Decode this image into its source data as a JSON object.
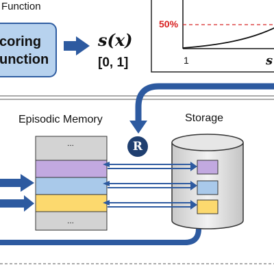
{
  "scoring": {
    "header": "Function",
    "box_line1": "coring",
    "box_line2": "unction",
    "output_symbol": "s(x)",
    "output_range": "[0, 1]"
  },
  "plot": {
    "threshold_label": "50%",
    "x_tick_start": "1",
    "x_label_fragment": "s"
  },
  "memory": {
    "title": "Episodic Memory",
    "ellipsis_top": "...",
    "ellipsis_bottom": "...",
    "slot_colors": [
      "#c2a9e0",
      "#a9c9ea",
      "#fcd96e"
    ]
  },
  "storage": {
    "title": "Storage"
  },
  "retrieve_badge": "R",
  "colors": {
    "accent_blue": "#2d5aa0",
    "threshold_red": "#d82020",
    "box_fill": "#b7d2ee"
  }
}
